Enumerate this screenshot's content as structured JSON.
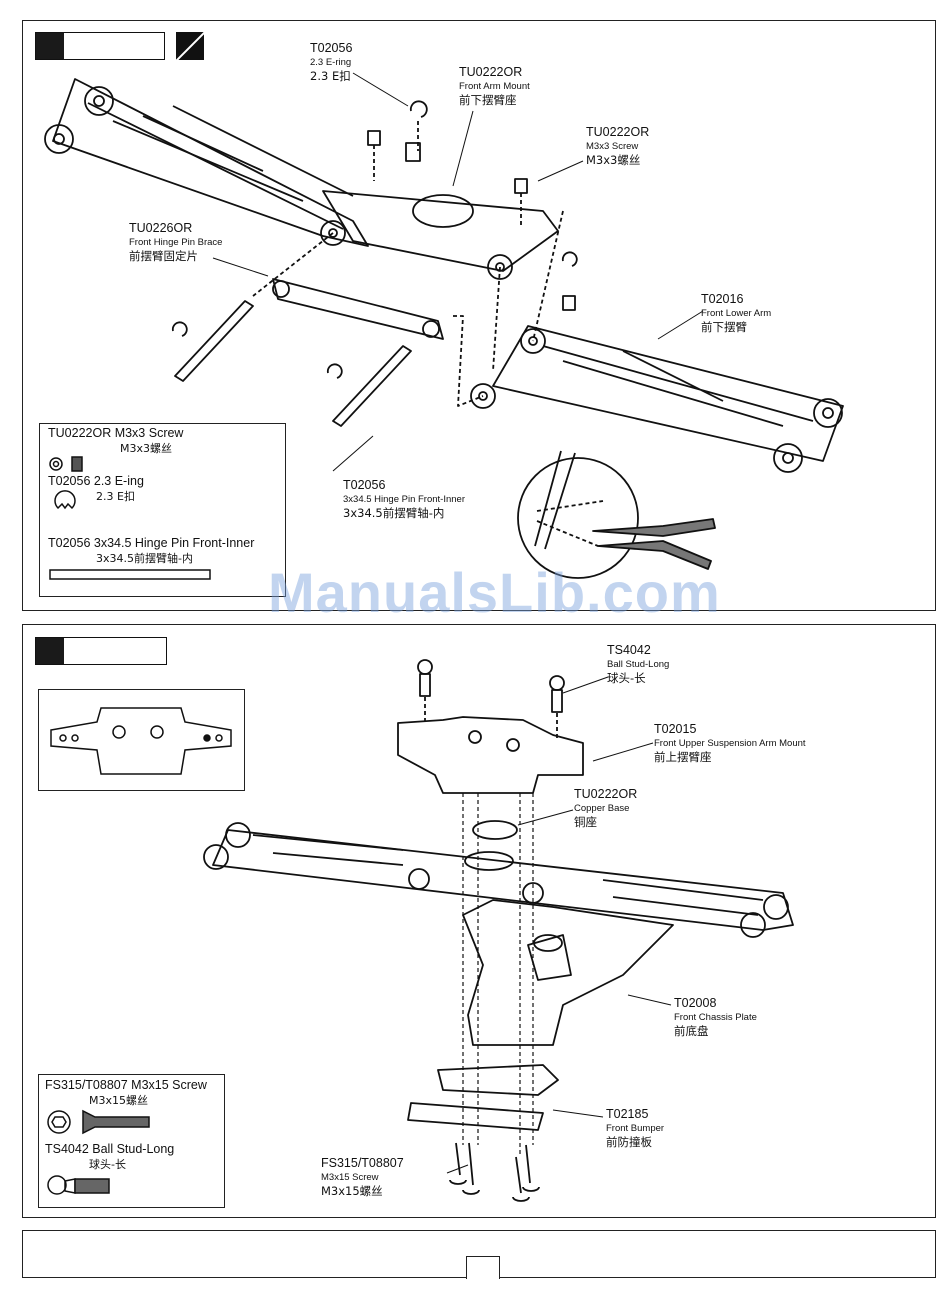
{
  "watermark": "ManualsLib.com",
  "top": {
    "labels": [
      {
        "code": "T02056",
        "en": "2.3 E-ring",
        "cn": "2.3 E扣"
      },
      {
        "code": "TU0222OR",
        "en": "Front Arm Mount",
        "cn": "前下摆臂座"
      },
      {
        "code": "TU0222OR",
        "en": "M3x3 Screw",
        "cn": "M3x3螺丝"
      },
      {
        "code": "TU0226OR",
        "en": "Front Hinge Pin Brace",
        "cn": "前摆臂固定片"
      },
      {
        "code": "T02016",
        "en": "Front Lower Arm",
        "cn": "前下摆臂"
      },
      {
        "code": "T02056",
        "en": "3x34.5 Hinge Pin Front-Inner",
        "cn": "3x34.5前摆臂轴-内"
      }
    ],
    "legend": [
      {
        "title": "TU0222OR M3x3 Screw",
        "sub": "M3x3螺丝"
      },
      {
        "title": "T02056 2.3 E-ing",
        "sub": "2.3 E扣"
      },
      {
        "title": "T02056 3x34.5 Hinge Pin Front-Inner",
        "sub": "3x34.5前摆臂轴-内"
      }
    ]
  },
  "bottom": {
    "labels": [
      {
        "code": "TS4042",
        "en": "Ball Stud-Long",
        "cn": "球头-长"
      },
      {
        "code": "T02015",
        "en": "Front Upper Suspension Arm Mount",
        "cn": "前上摆臂座"
      },
      {
        "code": "TU0222OR",
        "en": "Copper Base",
        "cn": "铜座"
      },
      {
        "code": "T02008",
        "en": "Front Chassis Plate",
        "cn": "前底盘"
      },
      {
        "code": "T02185",
        "en": "Front Bumper",
        "cn": "前防撞板"
      },
      {
        "code": "FS315/T08807",
        "en": "M3x15 Screw",
        "cn": "M3x15螺丝"
      }
    ],
    "legend": [
      {
        "title": "FS315/T08807 M3x15 Screw",
        "sub": "M3x15螺丝"
      },
      {
        "title": "TS4042 Ball Stud-Long",
        "sub": "球头-长"
      }
    ]
  }
}
